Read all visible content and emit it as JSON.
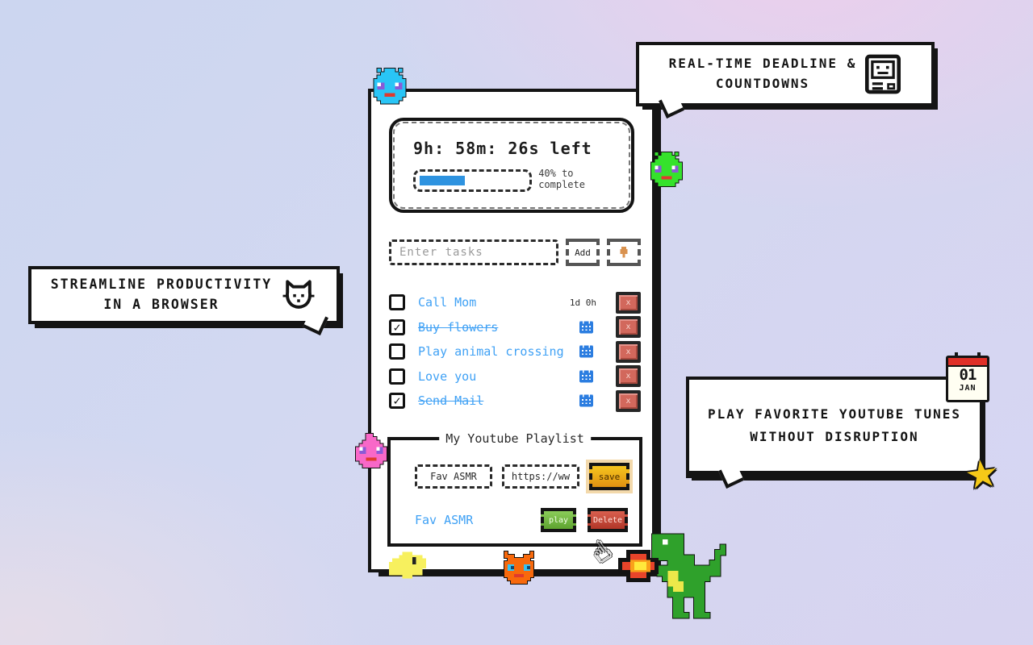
{
  "app": {
    "timer": {
      "time_left": "9h: 58m: 26s left",
      "progress_caption": "40% to complete",
      "progress_percent": 40,
      "progress_fill_color": "#2e93e0"
    },
    "task_input": {
      "placeholder": "Enter tasks",
      "add_label": "Add",
      "bell_glyph": "🔔"
    },
    "tasks": [
      {
        "label": "Call Mom",
        "checked": false,
        "check": "",
        "due": "1d 0h",
        "delete_label": "x"
      },
      {
        "label": "Buy flowers",
        "checked": true,
        "check": "✓",
        "delete_label": "x"
      },
      {
        "label": "Play animal crossing",
        "checked": false,
        "check": "",
        "delete_label": "x"
      },
      {
        "label": "Love you",
        "checked": false,
        "check": "",
        "delete_label": "x"
      },
      {
        "label": "Send Mail",
        "checked": true,
        "check": "✓",
        "delete_label": "x"
      }
    ],
    "playlist": {
      "title": "My Youtube Playlist",
      "name_value": "Fav ASMR",
      "url_value": "https://ww",
      "save_label": "save",
      "item_name": "Fav ASMR",
      "play_label": "play",
      "delete_label": "Delete"
    }
  },
  "bubbles": {
    "deadline": {
      "line1": "REAL-TIME DEADLINE &",
      "line2": "COUNTDOWNS",
      "icon": "retro-computer-icon"
    },
    "streamline": {
      "line1": "STREAMLINE PRODUCTIVITY",
      "line2": "IN A BROWSER",
      "icon": "cat-icon"
    },
    "youtube": {
      "line1": "PLAY FAVORITE YOUTUBE TUNES",
      "line2": "WITHOUT DISRUPTION",
      "icon": "calendar-01-jan-icon"
    }
  },
  "calendar_widget": {
    "day": "01",
    "month": "JAN"
  },
  "decor": {
    "star_glyph": "★",
    "hand_glyph": "☝",
    "creatures": [
      "blue-blob",
      "green-blob",
      "pink-blob",
      "yellow-fish",
      "orange-blob",
      "green-dino",
      "flame"
    ]
  },
  "colors": {
    "task_text": "#3fa1f5",
    "calendar_icon": "#2b7de0",
    "delete_x_btn": "#d2685c",
    "save_btn": "#f0b023",
    "play_btn": "#6db33f",
    "delete_btn": "#cf4436",
    "calendar_red": "#e03028",
    "star_yellow": "#f5c918"
  }
}
